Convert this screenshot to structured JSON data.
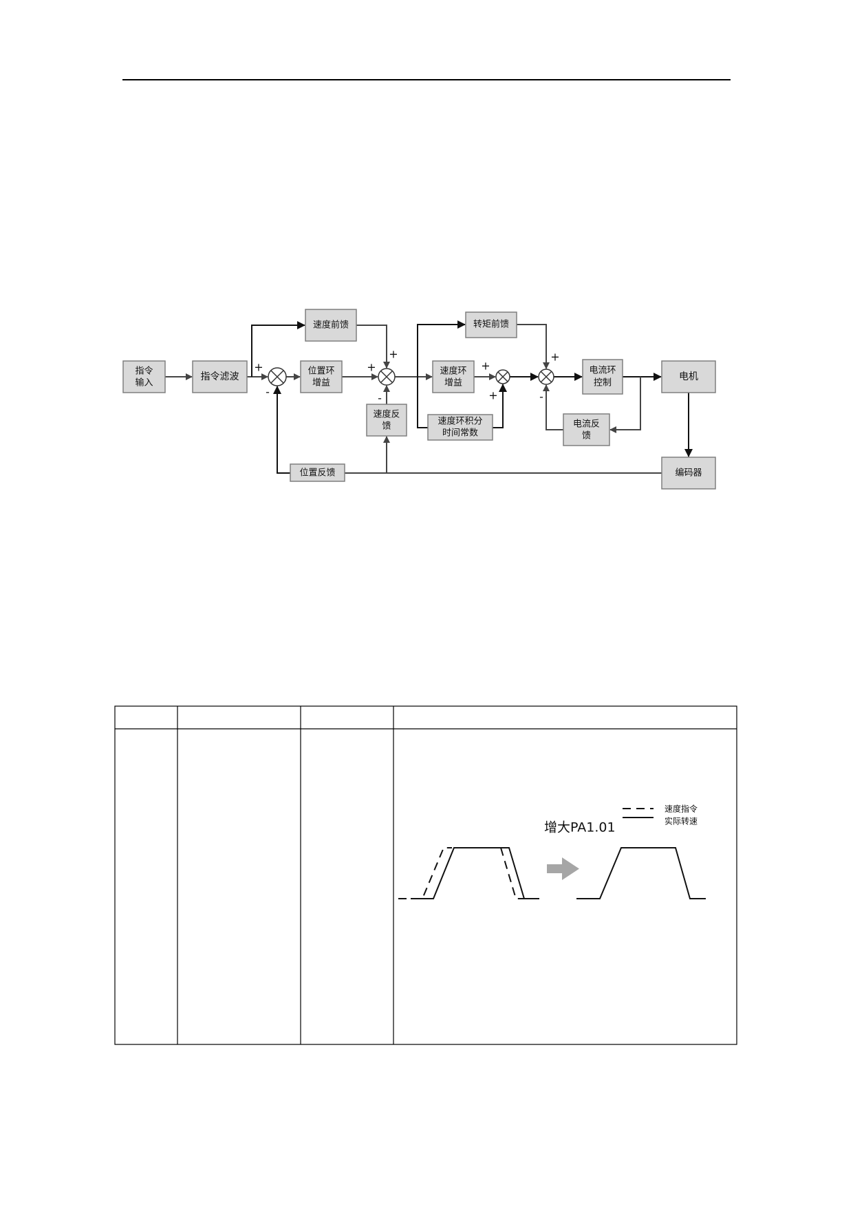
{
  "diagram": {
    "blocks": {
      "command_input": [
        "指令",
        "输入"
      ],
      "command_filter": "指令滤波",
      "speed_feedforward": "速度前馈",
      "position_loop_gain": [
        "位置环",
        "增益"
      ],
      "speed_feedback": [
        "速度反",
        "馈"
      ],
      "torque_feedforward": "转矩前馈",
      "speed_loop_gain": [
        "速度环",
        "增益"
      ],
      "speed_loop_integral": [
        "速度环积分",
        "时间常数"
      ],
      "current_loop_control": [
        "电流环",
        "控制"
      ],
      "current_feedback": [
        "电流反",
        "馈"
      ],
      "motor": "电机",
      "encoder": "编码器",
      "position_feedback": "位置反馈"
    },
    "signs": {
      "plus": "+",
      "minus": "-"
    }
  },
  "table": {
    "figure": {
      "title": "增大PA1.01",
      "legend": [
        "速度指令",
        "实际转速"
      ]
    }
  }
}
